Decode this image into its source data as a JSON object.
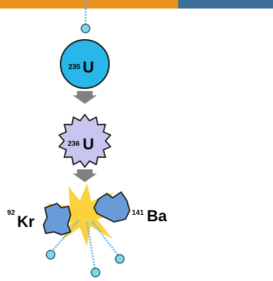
{
  "colors": {
    "top_bar_orange": "#E8911C",
    "top_bar_blue": "#3D6E99",
    "neutron_fill": "#7FD8E8",
    "neutron_stroke": "#2D5C6E",
    "u235_fill": "#29B6E8",
    "u236_fill": "#C8C6F0",
    "fragment_fill": "#6A9BD8",
    "flash_fill": "#F9D23C",
    "arrow_fill": "#808080",
    "trail_color": "#6FB6E4"
  },
  "nuclei": {
    "u235": {
      "mass": "235",
      "symbol": "U"
    },
    "u236": {
      "mass": "236",
      "symbol": "U"
    },
    "krypton": {
      "mass": "92",
      "symbol": "Kr"
    },
    "barium": {
      "mass": "141",
      "symbol": "Ba"
    }
  },
  "neutrons": {
    "incoming_count": 1,
    "released_count": 3
  },
  "icons": [
    "neutron-icon",
    "down-arrow-icon",
    "explosion-icon"
  ]
}
